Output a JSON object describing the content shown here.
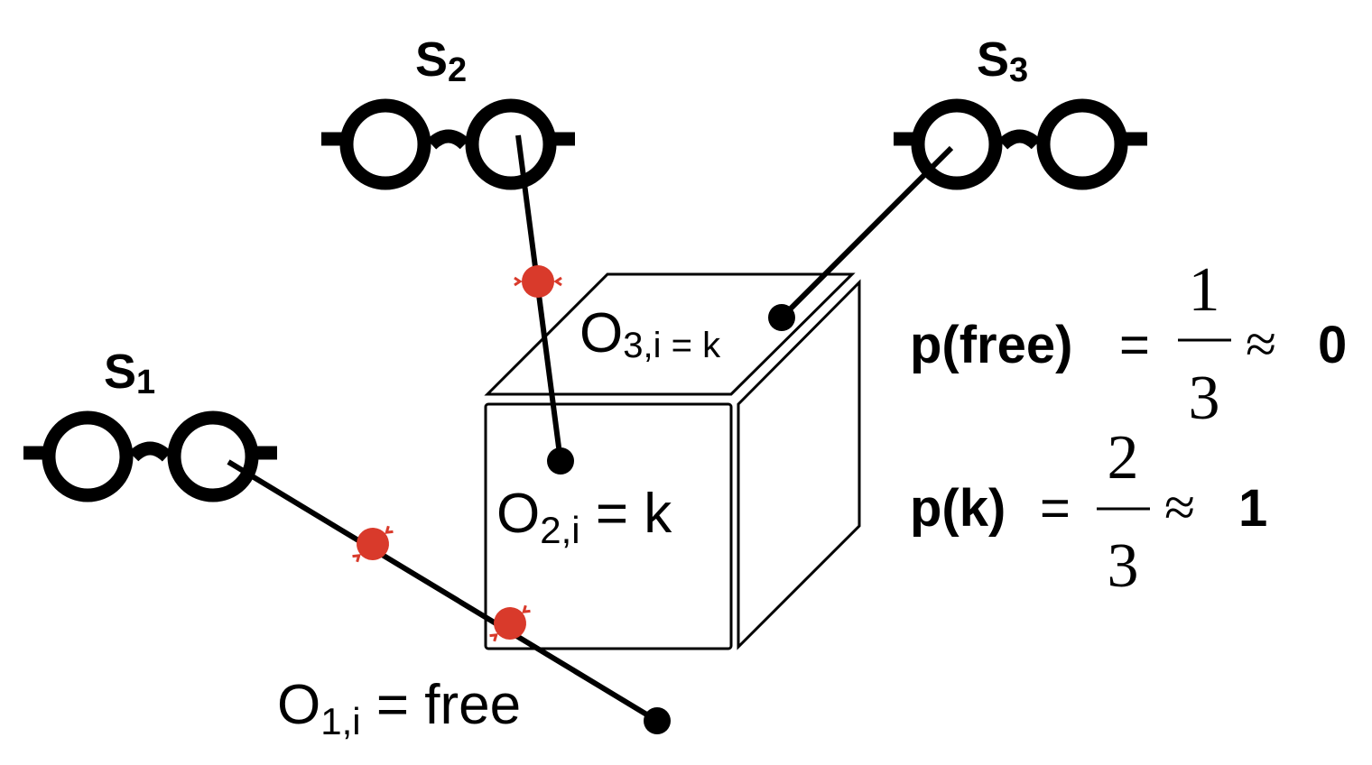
{
  "sensors": [
    {
      "letter": "S",
      "index": "1"
    },
    {
      "letter": "S",
      "index": "2"
    },
    {
      "letter": "S",
      "index": "3"
    }
  ],
  "observations": [
    {
      "base": "O",
      "sub": "1,i",
      "rel": " = ",
      "value": "free"
    },
    {
      "base": "O",
      "sub": "2,i",
      "rel": " = ",
      "value": "k"
    },
    {
      "base": "O",
      "sub": "3,i",
      "rel": " = ",
      "value": "k"
    }
  ],
  "equations": [
    {
      "lhs": "p(free)",
      "eq": "=",
      "num": "1",
      "den": "3",
      "approx": "≈",
      "result": "0"
    },
    {
      "lhs": "p(k)",
      "eq": "=",
      "num": "2",
      "den": "3",
      "approx": "≈",
      "result": "1"
    }
  ],
  "colors": {
    "ray": "#000000",
    "hit_marker": "#d93a2b",
    "cube": "#000000"
  },
  "icons": [
    "glasses-icon",
    "red-particle-marker"
  ]
}
